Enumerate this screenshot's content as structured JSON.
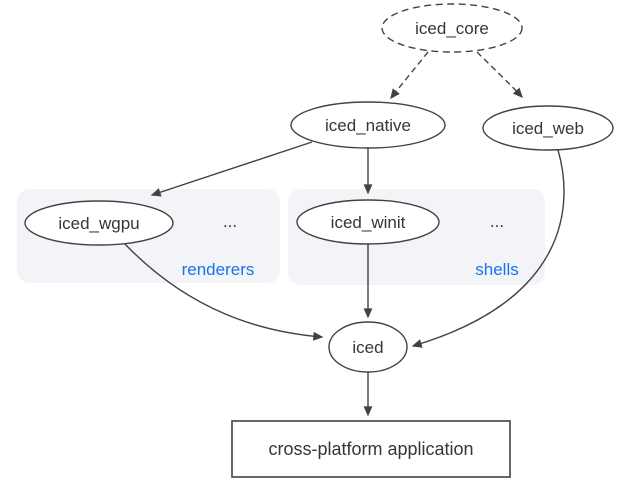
{
  "nodes": {
    "iced_core": {
      "label": "iced_core",
      "shape": "ellipse",
      "border": "dashed"
    },
    "iced_native": {
      "label": "iced_native",
      "shape": "ellipse",
      "border": "solid"
    },
    "iced_web": {
      "label": "iced_web",
      "shape": "ellipse",
      "border": "solid"
    },
    "iced_wgpu": {
      "label": "iced_wgpu",
      "shape": "ellipse",
      "border": "solid"
    },
    "iced_winit": {
      "label": "iced_winit",
      "shape": "ellipse",
      "border": "solid"
    },
    "iced": {
      "label": "iced",
      "shape": "ellipse",
      "border": "solid"
    },
    "app": {
      "label": "cross-platform application",
      "shape": "rectangle",
      "border": "solid"
    }
  },
  "groups": {
    "renderers": {
      "label": "renderers",
      "ellipsis": "...",
      "members": [
        "iced_wgpu"
      ]
    },
    "shells": {
      "label": "shells",
      "ellipsis": "...",
      "members": [
        "iced_winit"
      ]
    }
  },
  "edges": [
    {
      "from": "iced_core",
      "to": "iced_native",
      "style": "dashed"
    },
    {
      "from": "iced_core",
      "to": "iced_web",
      "style": "dashed"
    },
    {
      "from": "iced_native",
      "to": "iced_wgpu",
      "style": "solid"
    },
    {
      "from": "iced_native",
      "to": "iced_winit",
      "style": "solid"
    },
    {
      "from": "iced_wgpu",
      "to": "iced",
      "style": "solid"
    },
    {
      "from": "iced_winit",
      "to": "iced",
      "style": "solid"
    },
    {
      "from": "iced_web",
      "to": "iced",
      "style": "solid"
    },
    {
      "from": "iced",
      "to": "app",
      "style": "solid"
    }
  ],
  "colors": {
    "stroke": "#424242",
    "text": "#363636",
    "group_fill": "#f2f4f8",
    "group_label": "#1a73e8",
    "background": "#ffffff"
  }
}
